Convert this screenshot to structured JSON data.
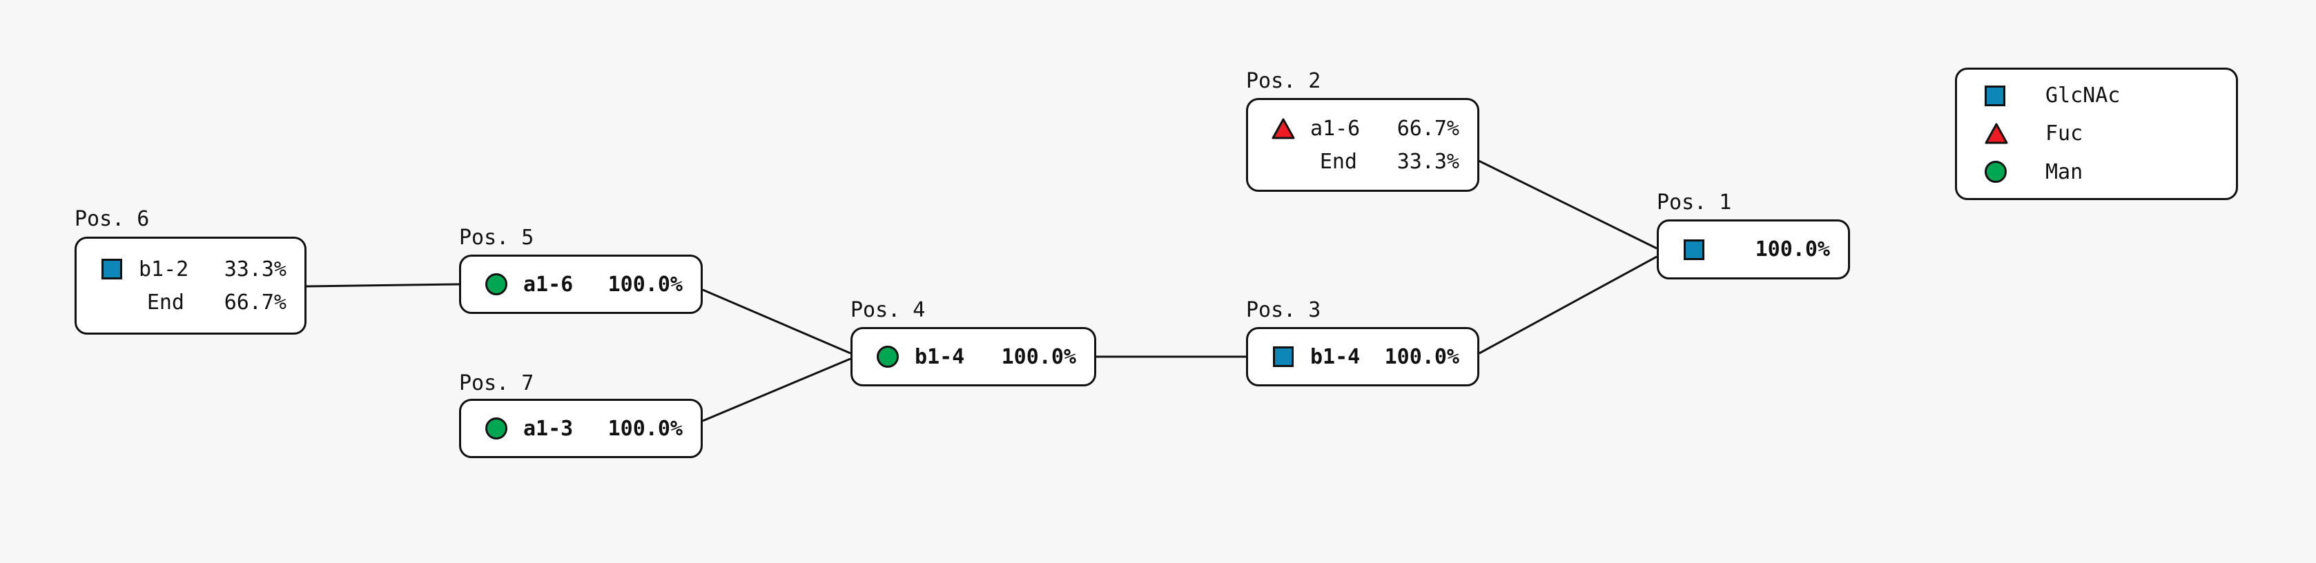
{
  "diagram": {
    "type": "glycan-tree",
    "background_color": "#f7f7f7",
    "node_border_color": "#111111",
    "node_fill_color": "#ffffff"
  },
  "colors": {
    "glcnac": "#0c87b8",
    "fuc": "#ed1c24",
    "man": "#00a651",
    "outline": "#111111"
  },
  "legend": {
    "items": [
      {
        "icon": "square-icon",
        "shape": "square",
        "color": "#0c87b8",
        "label": "GlcNAc"
      },
      {
        "icon": "triangle-icon",
        "shape": "triangle",
        "color": "#ed1c24",
        "label": "Fuc"
      },
      {
        "icon": "circle-icon",
        "shape": "circle",
        "color": "#00a651",
        "label": "Man"
      }
    ]
  },
  "nodes": [
    {
      "id": "pos1",
      "caption": "Pos. 1",
      "shape": "square",
      "residue": "GlcNAc",
      "color": "#0c87b8",
      "bold": true,
      "rows": [
        {
          "linkage": "",
          "percent": "100.0%"
        }
      ]
    },
    {
      "id": "pos2",
      "caption": "Pos. 2",
      "shape": "triangle",
      "residue": "Fuc",
      "color": "#ed1c24",
      "bold": false,
      "rows": [
        {
          "linkage": "a1-6",
          "percent": "66.7%"
        },
        {
          "linkage": "End",
          "percent": "33.3%"
        }
      ]
    },
    {
      "id": "pos3",
      "caption": "Pos. 3",
      "shape": "square",
      "residue": "GlcNAc",
      "color": "#0c87b8",
      "bold": true,
      "rows": [
        {
          "linkage": "b1-4",
          "percent": "100.0%"
        }
      ]
    },
    {
      "id": "pos4",
      "caption": "Pos. 4",
      "shape": "circle",
      "residue": "Man",
      "color": "#00a651",
      "bold": true,
      "rows": [
        {
          "linkage": "b1-4",
          "percent": "100.0%"
        }
      ]
    },
    {
      "id": "pos5",
      "caption": "Pos. 5",
      "shape": "circle",
      "residue": "Man",
      "color": "#00a651",
      "bold": true,
      "rows": [
        {
          "linkage": "a1-6",
          "percent": "100.0%"
        }
      ]
    },
    {
      "id": "pos6",
      "caption": "Pos. 6",
      "shape": "square",
      "residue": "GlcNAc",
      "color": "#0c87b8",
      "bold": false,
      "rows": [
        {
          "linkage": "b1-2",
          "percent": "33.3%"
        },
        {
          "linkage": "End",
          "percent": "66.7%"
        }
      ]
    },
    {
      "id": "pos7",
      "caption": "Pos. 7",
      "shape": "circle",
      "residue": "Man",
      "color": "#00a651",
      "bold": true,
      "rows": [
        {
          "linkage": "a1-3",
          "percent": "100.0%"
        }
      ]
    }
  ],
  "edges": [
    {
      "from": "pos6",
      "to": "pos5"
    },
    {
      "from": "pos5",
      "to": "pos4"
    },
    {
      "from": "pos7",
      "to": "pos4"
    },
    {
      "from": "pos4",
      "to": "pos3"
    },
    {
      "from": "pos3",
      "to": "pos1"
    },
    {
      "from": "pos2",
      "to": "pos1"
    }
  ]
}
